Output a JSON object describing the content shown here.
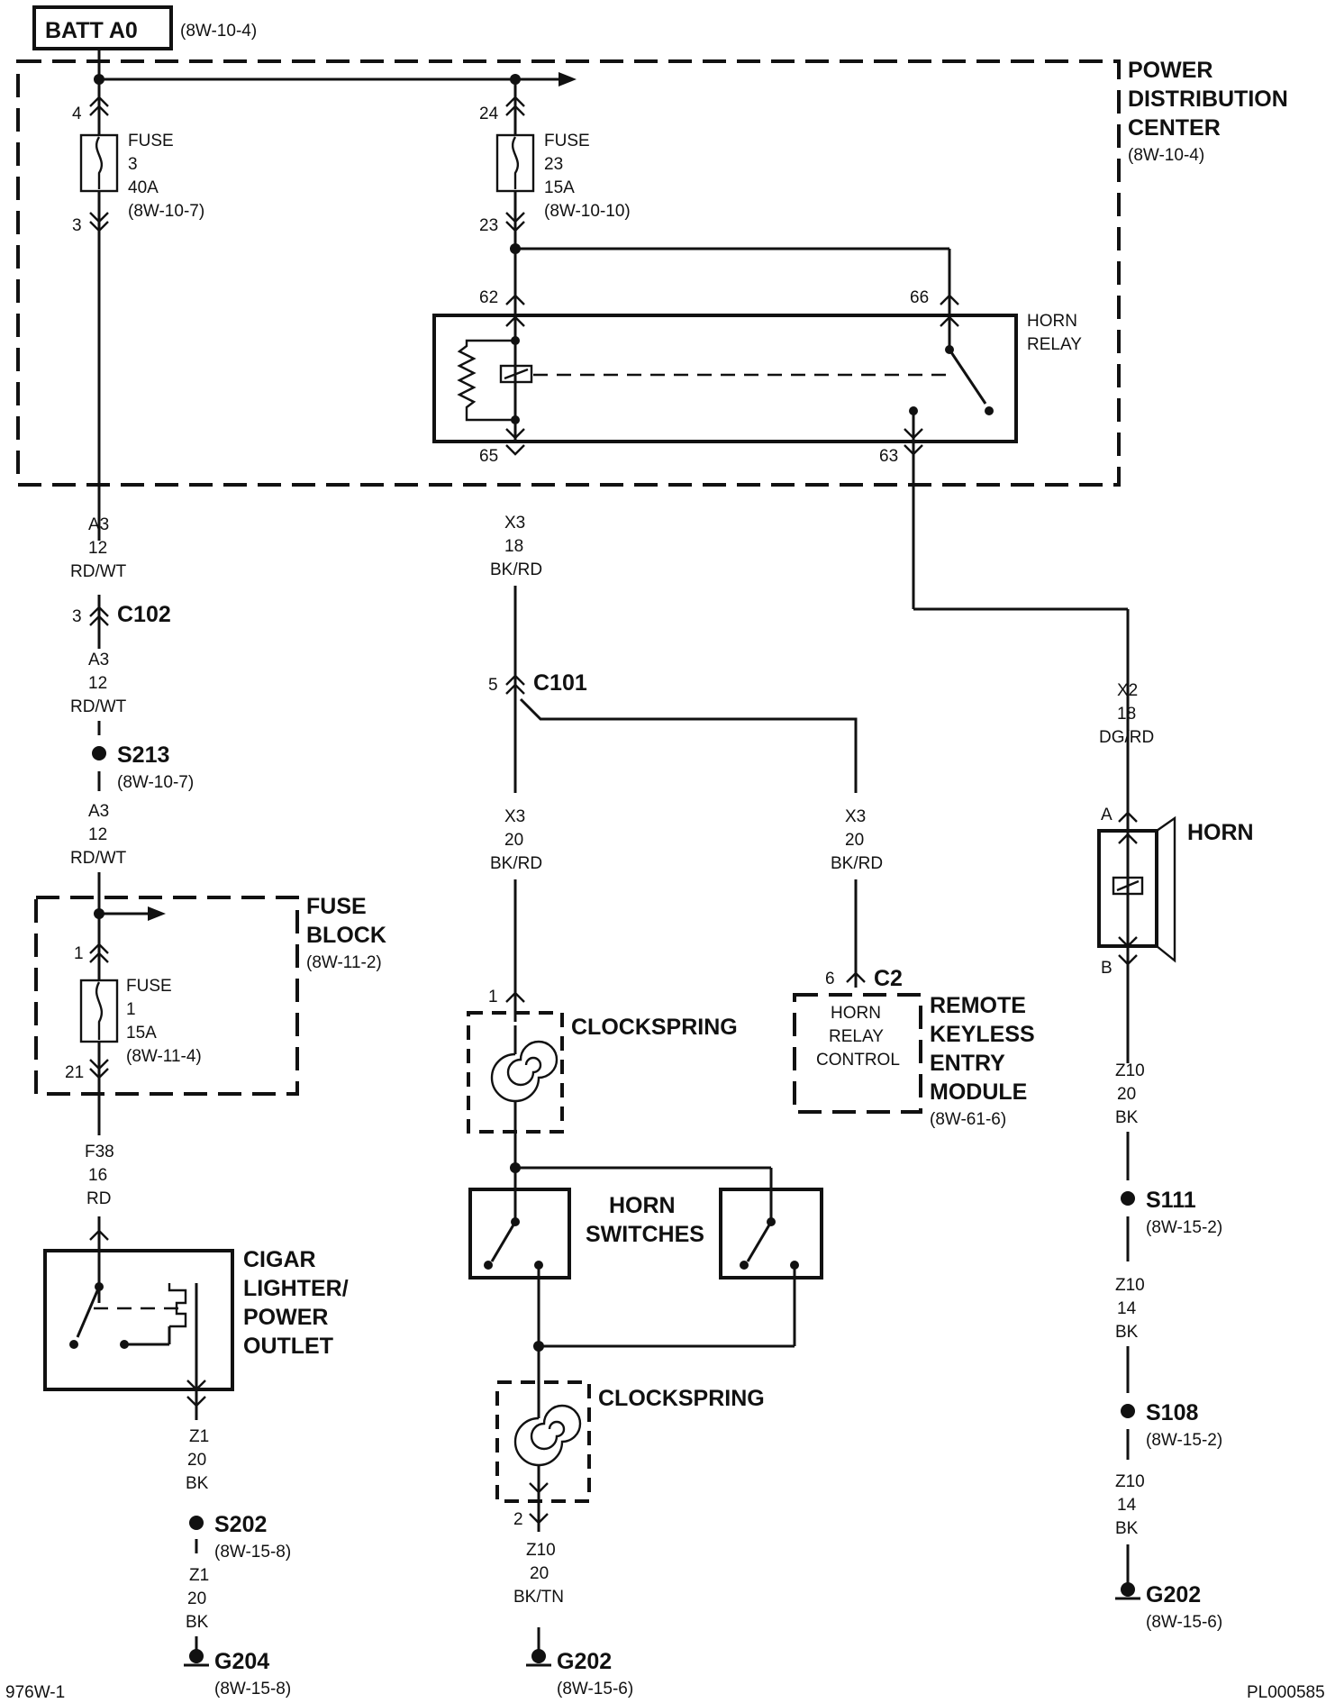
{
  "battery": {
    "label": "BATT A0",
    "ref": "(8W-10-4)"
  },
  "pdc": {
    "line1": "POWER",
    "line2": "DISTRIBUTION",
    "line3": "CENTER",
    "ref": "(8W-10-4)"
  },
  "fuse3": {
    "title": "FUSE",
    "num": "3",
    "amp": "40A",
    "ref": "(8W-10-7)",
    "pin_in": "4",
    "pin_out": "3"
  },
  "fuse23": {
    "title": "FUSE",
    "num": "23",
    "amp": "15A",
    "ref": "(8W-10-10)",
    "pin_in": "24",
    "pin_out": "23"
  },
  "relay": {
    "line1": "HORN",
    "line2": "RELAY",
    "pin62": "62",
    "pin66": "66",
    "pin65": "65",
    "pin63": "63"
  },
  "wire_a3": {
    "circuit": "A3",
    "gauge": "12",
    "color": "RD/WT"
  },
  "c102": {
    "pin": "3",
    "label": "C102"
  },
  "s213": {
    "label": "S213",
    "ref": "(8W-10-7)"
  },
  "fuse_block": {
    "line1": "FUSE",
    "line2": "BLOCK",
    "ref": "(8W-11-2)"
  },
  "fuse1": {
    "title": "FUSE",
    "num": "1",
    "amp": "15A",
    "ref": "(8W-11-4)",
    "pin_in": "1",
    "pin_out": "21"
  },
  "wire_f38": {
    "circuit": "F38",
    "gauge": "16",
    "color": "RD"
  },
  "cigar": {
    "line1": "CIGAR",
    "line2": "LIGHTER/",
    "line3": "POWER",
    "line4": "OUTLET"
  },
  "wire_z1": {
    "circuit": "Z1",
    "gauge": "20",
    "color": "BK"
  },
  "s202": {
    "label": "S202",
    "ref": "(8W-15-8)"
  },
  "g204": {
    "label": "G204",
    "ref": "(8W-15-8)"
  },
  "wire_x3_18": {
    "circuit": "X3",
    "gauge": "18",
    "color": "BK/RD"
  },
  "c101": {
    "pin": "5",
    "label": "C101"
  },
  "wire_x3_20": {
    "circuit": "X3",
    "gauge": "20",
    "color": "BK/RD"
  },
  "clockspring_top": {
    "label": "CLOCKSPRING",
    "pin": "1"
  },
  "horn_switches": {
    "line1": "HORN",
    "line2": "SWITCHES"
  },
  "clockspring_bottom": {
    "label": "CLOCKSPRING",
    "pin": "2"
  },
  "wire_z10_tn": {
    "circuit": "Z10",
    "gauge": "20",
    "color": "BK/TN"
  },
  "g202_mid": {
    "label": "G202",
    "ref": "(8W-15-6)"
  },
  "rke": {
    "pin": "6",
    "connector": "C2",
    "inner1": "HORN",
    "inner2": "RELAY",
    "inner3": "CONTROL",
    "line1": "REMOTE",
    "line2": "KEYLESS",
    "line3": "ENTRY",
    "line4": "MODULE",
    "ref": "(8W-61-6)"
  },
  "wire_x2": {
    "circuit": "X2",
    "gauge": "18",
    "color": "DG/RD"
  },
  "horn": {
    "label": "HORN",
    "pin_a": "A",
    "pin_b": "B"
  },
  "wire_z10_20": {
    "circuit": "Z10",
    "gauge": "20",
    "color": "BK"
  },
  "s111": {
    "label": "S111",
    "ref": "(8W-15-2)"
  },
  "wire_z10_14a": {
    "circuit": "Z10",
    "gauge": "14",
    "color": "BK"
  },
  "s108": {
    "label": "S108",
    "ref": "(8W-15-2)"
  },
  "wire_z10_14b": {
    "circuit": "Z10",
    "gauge": "14",
    "color": "BK"
  },
  "g202_right": {
    "label": "G202",
    "ref": "(8W-15-6)"
  },
  "footer": {
    "left": "976W-1",
    "right": "PL000585"
  }
}
